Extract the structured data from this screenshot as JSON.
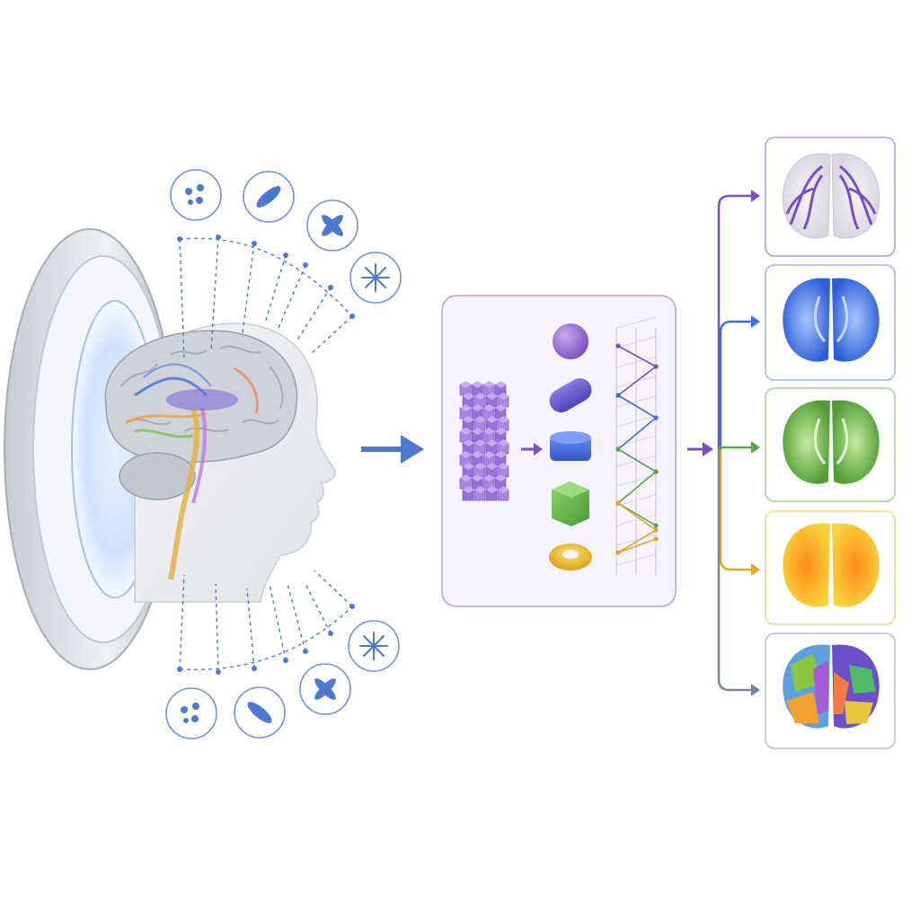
{
  "colors": {
    "background": "#ffffff",
    "accent_blue": "#4f78cf",
    "purple": "#7b4fc4",
    "blue": "#3f6fd8",
    "green": "#5ea44a",
    "yellow": "#e0a820",
    "gray": "#7a8594"
  },
  "glyphs_top": [
    "isotropic-dots-icon",
    "ellipsoid-icon",
    "crossing-fibers-icon",
    "multi-fiber-star-icon"
  ],
  "glyphs_bottom": [
    "isotropic-dots-icon",
    "ellipsoid-icon",
    "crossing-fibers-icon",
    "multi-fiber-star-icon"
  ],
  "primitives": [
    "sphere-icon",
    "cylinder-icon",
    "disk-icon",
    "cube-icon",
    "torus-icon"
  ],
  "output_maps": [
    {
      "name": "tractography-map",
      "color": "#7b4fc4"
    },
    {
      "name": "blue-parameter-map",
      "color": "#3f6fd8"
    },
    {
      "name": "green-parameter-map",
      "color": "#5ea44a"
    },
    {
      "name": "orange-parameter-map",
      "color": "#e0a820"
    },
    {
      "name": "parcellation-map",
      "color": "#7a8594"
    }
  ]
}
